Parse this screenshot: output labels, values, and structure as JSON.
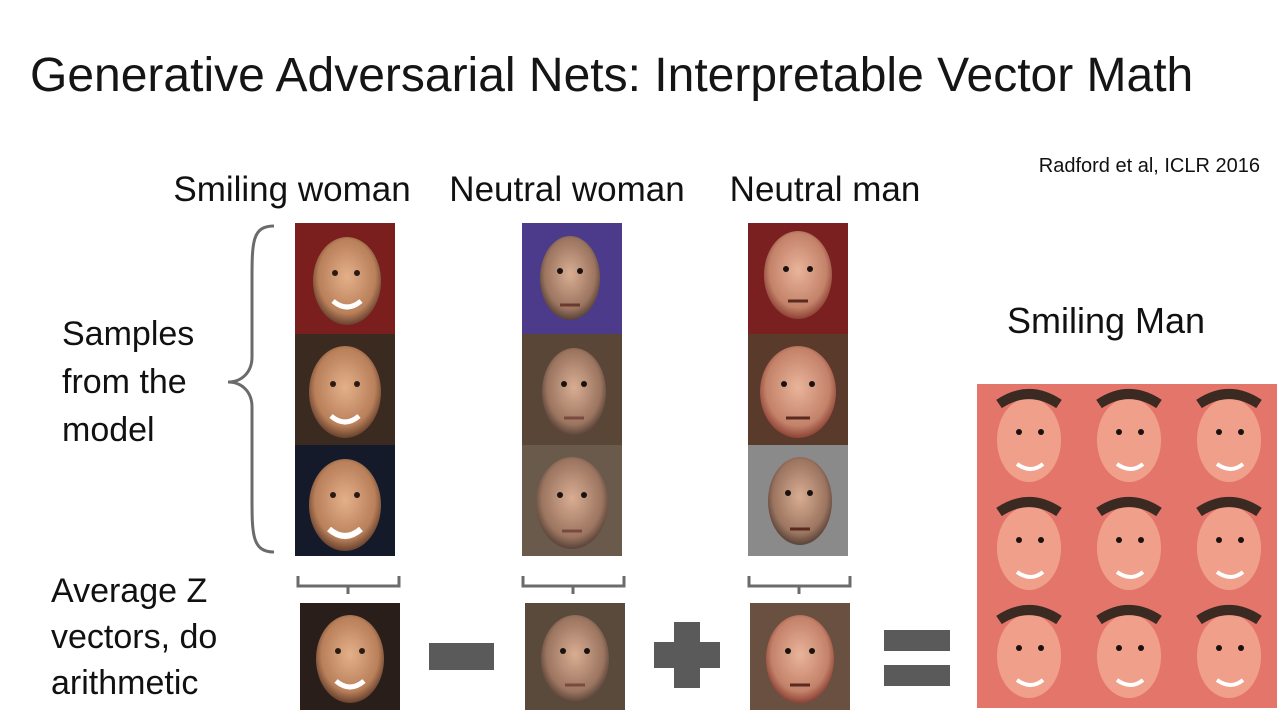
{
  "slide": {
    "title": "Generative Adversarial Nets: Interpretable Vector Math",
    "citation": "Radford et al, ICLR 2016"
  },
  "columns": [
    {
      "label": "Smiling woman"
    },
    {
      "label": "Neutral woman"
    },
    {
      "label": "Neutral man"
    }
  ],
  "labels": {
    "samples": [
      "Samples",
      "from the",
      "model"
    ],
    "average": [
      "Average Z",
      "vectors, do",
      "arithmetic"
    ],
    "result": "Smiling Man"
  },
  "operators": [
    "minus",
    "plus",
    "equals"
  ],
  "colors": {
    "text": "#111111",
    "bracket": "#6b6b6b",
    "operator": "#5a5a5a",
    "face_skin": "#d9a47a",
    "result_bg": "#e8766a"
  }
}
